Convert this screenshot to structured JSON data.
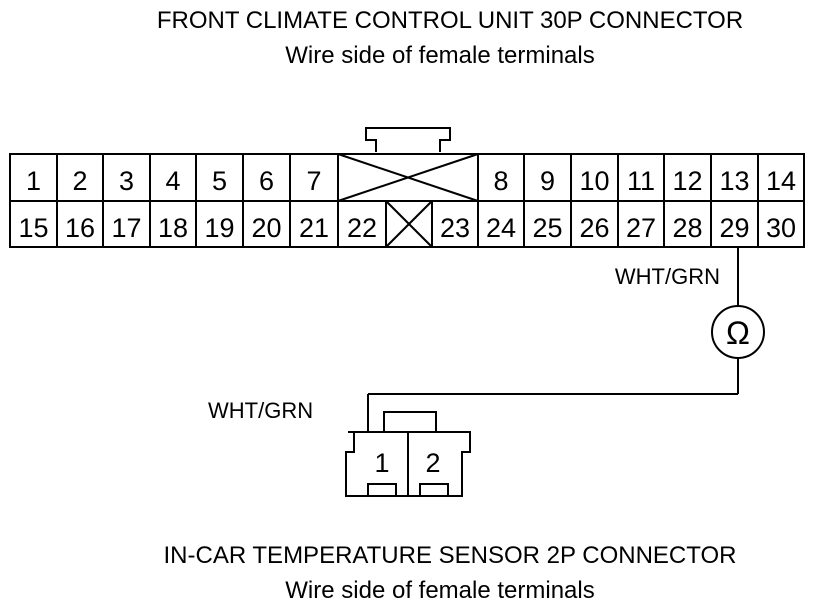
{
  "top_connector": {
    "title": "FRONT CLIMATE CONTROL UNIT 30P CONNECTOR",
    "subtitle": "Wire side of female terminals",
    "row1": [
      "1",
      "2",
      "3",
      "4",
      "5",
      "6",
      "7",
      "8",
      "9",
      "10",
      "11",
      "12",
      "13",
      "14"
    ],
    "row2": [
      "15",
      "16",
      "17",
      "18",
      "19",
      "20",
      "21",
      "22",
      "23",
      "24",
      "25",
      "26",
      "27",
      "28",
      "29",
      "30"
    ]
  },
  "wire": {
    "upper_label": "WHT/GRN",
    "lower_label": "WHT/GRN",
    "meter_symbol": "Ω"
  },
  "bottom_connector": {
    "title": "IN-CAR TEMPERATURE SENSOR 2P CONNECTOR",
    "subtitle": "Wire side of female terminals",
    "pins": [
      "1",
      "2"
    ]
  },
  "colors": {
    "line": "#000000",
    "background": "#ffffff"
  }
}
